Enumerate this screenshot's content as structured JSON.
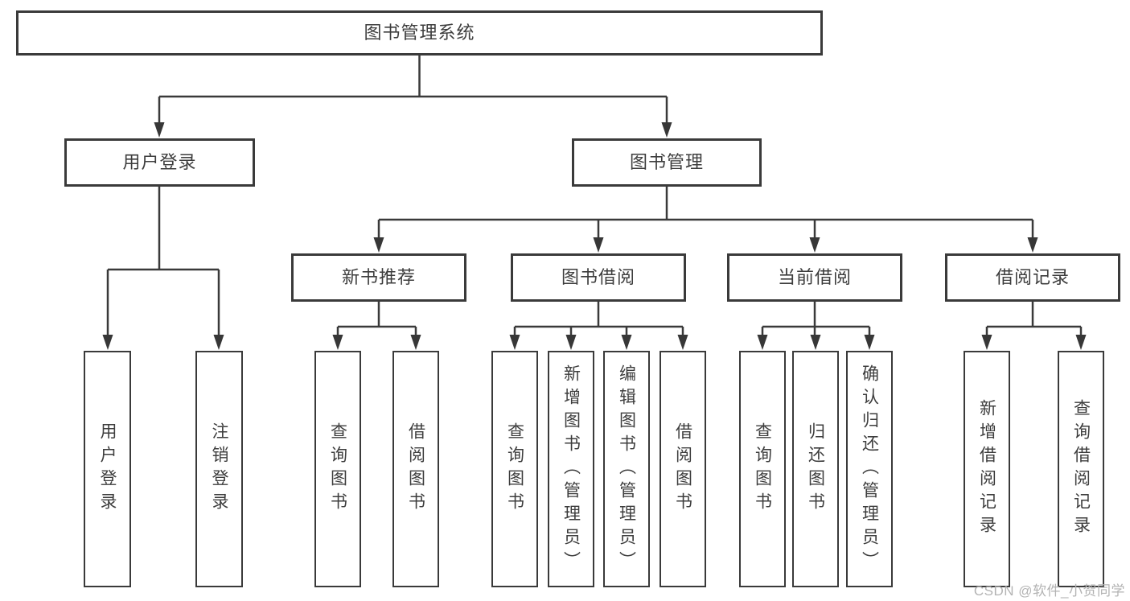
{
  "colors": {
    "line": "#3a3a3a",
    "text": "#3d3d3d",
    "box_background": "#ffffff",
    "watermark": "#b3b3b3",
    "page_background": "#ffffff"
  },
  "diagram_type": "hierarchy-flowchart",
  "tree": {
    "label": "图书管理系统",
    "children": [
      {
        "label": "用户登录",
        "children": [
          {
            "label": "用户登录"
          },
          {
            "label": "注销登录"
          }
        ]
      },
      {
        "label": "图书管理",
        "children": [
          {
            "label": "新书推荐",
            "children": [
              {
                "label": "查询图书"
              },
              {
                "label": "借阅图书"
              }
            ]
          },
          {
            "label": "图书借阅",
            "children": [
              {
                "label": "查询图书"
              },
              {
                "label": "新增图书（管理员）"
              },
              {
                "label": "编辑图书（管理员）"
              },
              {
                "label": "借阅图书"
              }
            ]
          },
          {
            "label": "当前借阅",
            "children": [
              {
                "label": "查询图书"
              },
              {
                "label": "归还图书"
              },
              {
                "label": "确认归还（管理员）"
              }
            ]
          },
          {
            "label": "借阅记录",
            "children": [
              {
                "label": "新增借阅记录"
              },
              {
                "label": "查询借阅记录"
              }
            ]
          }
        ]
      }
    ]
  },
  "watermark": "CSDN @软件_小贺同学"
}
